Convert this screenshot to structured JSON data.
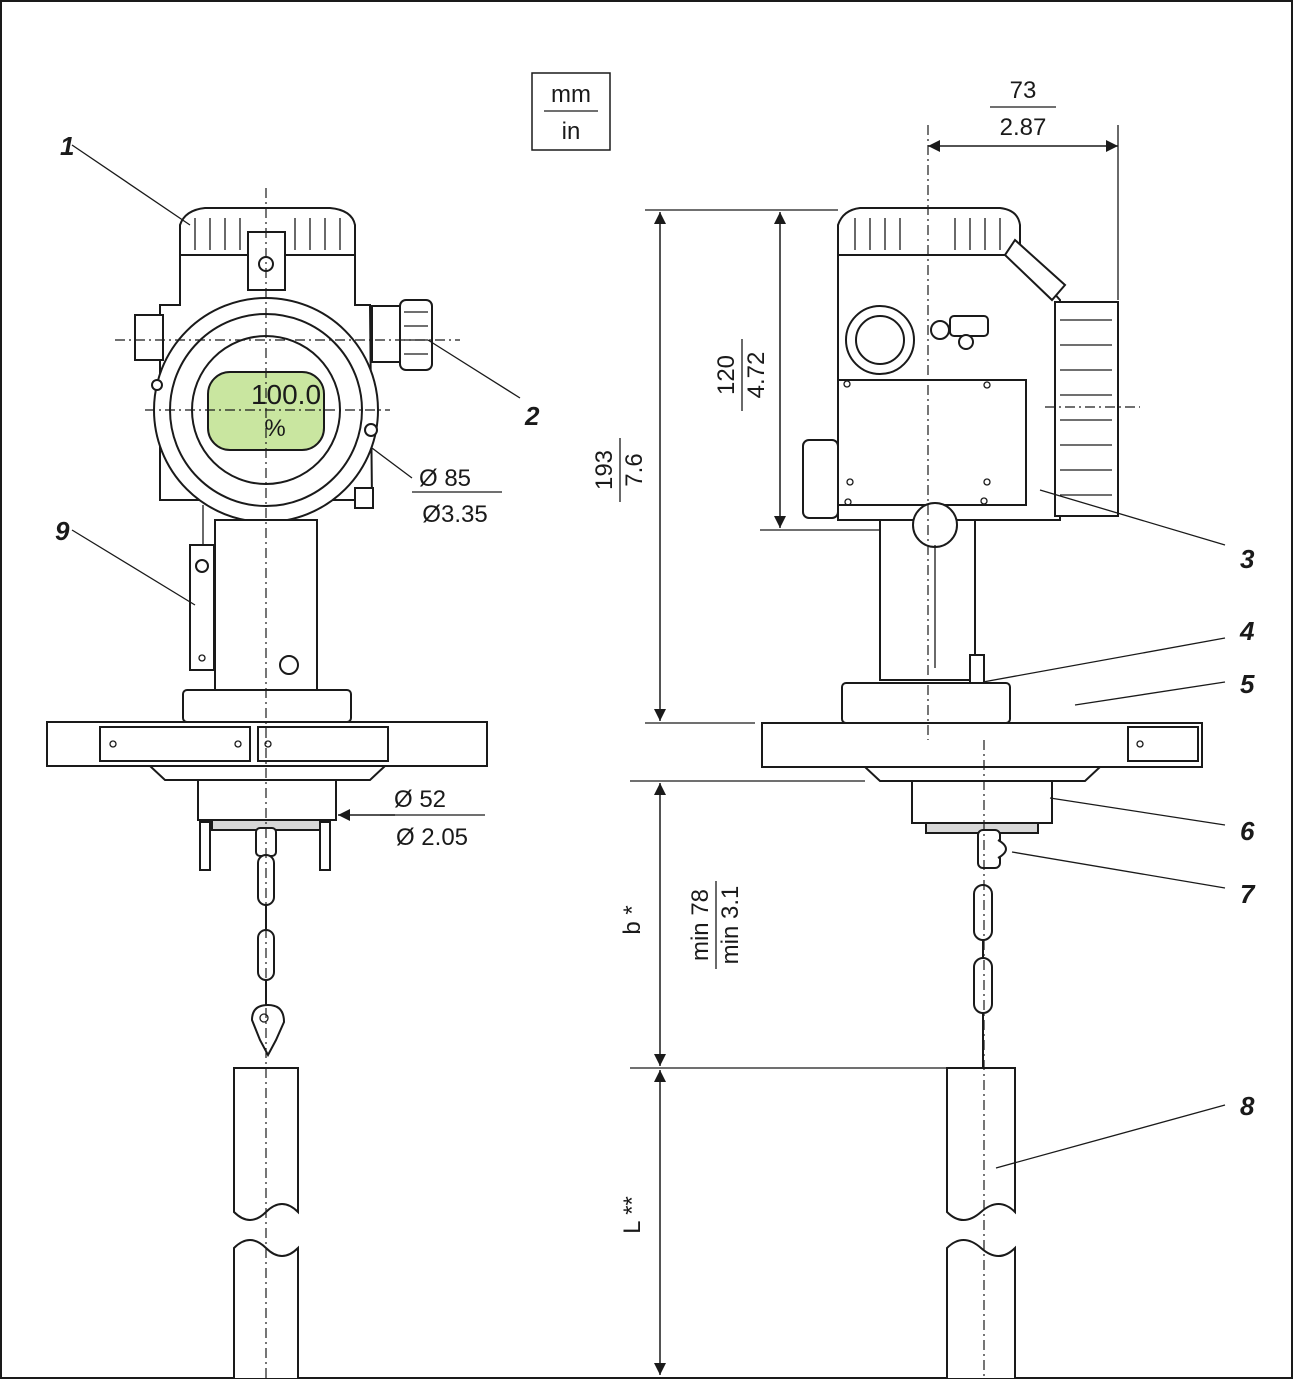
{
  "units": {
    "top": "mm",
    "bottom": "in"
  },
  "dimensions": {
    "width_73": {
      "mm": "73",
      "in": "2.87"
    },
    "height_120": {
      "mm": "120",
      "in": "4.72"
    },
    "height_193": {
      "mm": "193",
      "in": "7.6"
    },
    "diameter_85": {
      "mm": "Ø 85",
      "in": "Ø3.35"
    },
    "diameter_52": {
      "mm": "Ø 52",
      "in": "Ø 2.05"
    },
    "b_min": {
      "label": "b *",
      "mm": "min 78",
      "in": "min 3.1"
    },
    "length": {
      "label": "L **"
    }
  },
  "display": {
    "value": "100.0",
    "unit": "%"
  },
  "callouts": [
    "1",
    "2",
    "3",
    "4",
    "5",
    "6",
    "7",
    "8",
    "9"
  ],
  "icons": [
    "display-lcd-icon",
    "cable-gland-icon",
    "chain-icon",
    "hook-icon"
  ]
}
